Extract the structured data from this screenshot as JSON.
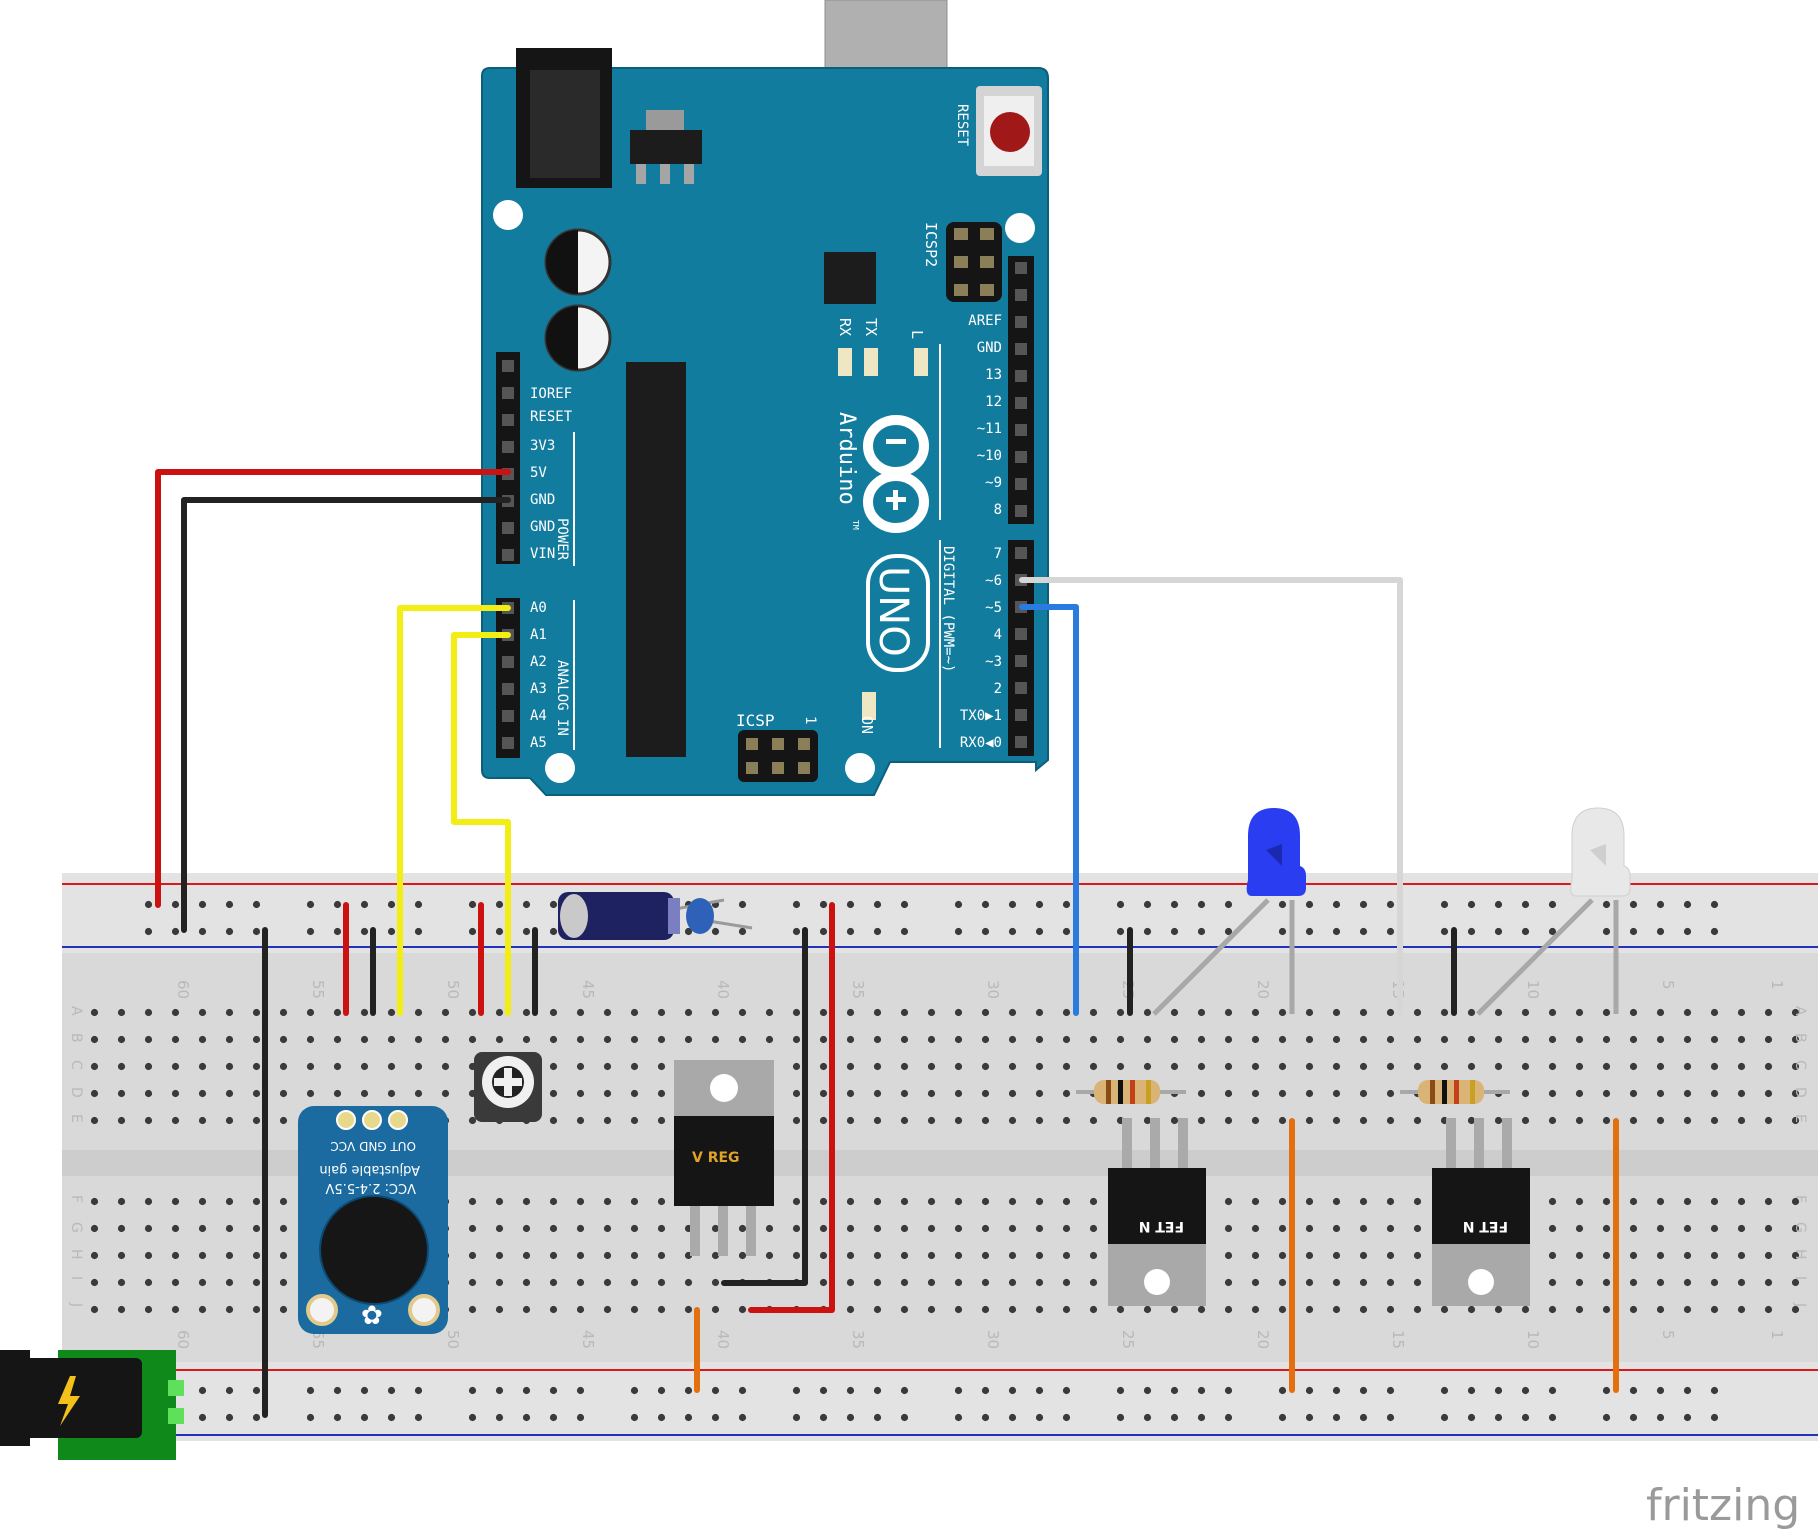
{
  "diagram": {
    "board": {
      "logo_text": "Arduino",
      "tm": "TM",
      "model": "UNO",
      "reset_label": "RESET",
      "icsp_label": "ICSP",
      "icsp2_label": "ICSP2",
      "icsp_pin1": "1",
      "on_label": "ON",
      "tx_label": "TX",
      "rx_label": "RX",
      "l_label": "L",
      "power_header": "POWER",
      "analog_header": "ANALOG IN",
      "digital_header": "DIGITAL (PWM=~)",
      "power_pins": [
        "IOREF",
        "RESET",
        "3V3",
        "5V",
        "GND",
        "GND",
        "VIN"
      ],
      "analog_pins": [
        "A0",
        "A1",
        "A2",
        "A3",
        "A4",
        "A5"
      ],
      "digital_top_pins": [
        "AREF",
        "GND",
        "13",
        "12",
        "~11",
        "~10",
        "~9",
        "8"
      ],
      "digital_bottom_pins": [
        "7",
        "~6",
        "~5",
        "4",
        "~3",
        "2",
        "TX0▶1",
        "RX0◀0"
      ]
    },
    "breadboard": {
      "column_numbers": [
        "60",
        "55",
        "50",
        "45",
        "40",
        "35",
        "30",
        "25",
        "20",
        "15",
        "10",
        "5",
        "1"
      ],
      "row_letters_top": [
        "A",
        "B",
        "C",
        "D",
        "E"
      ],
      "row_letters_bottom": [
        "F",
        "G",
        "H",
        "I",
        "J"
      ]
    },
    "mic_module": {
      "pins_label": "OUT GND VCC",
      "line1": "Adjustable gain",
      "line2": "VCC: 2.4-5.5V"
    },
    "regulator_label": "V REG",
    "fet_label": "FET N",
    "led_colors": {
      "blue": "#2a3df0",
      "white": "#e8e8e8"
    },
    "wire_colors": {
      "red": "#cc1111",
      "black": "#222222",
      "yellow": "#f2ee14",
      "blue": "#2a7be0",
      "white": "#d6d6d6",
      "orange": "#e36f0e"
    },
    "watermark": "fritzing"
  }
}
